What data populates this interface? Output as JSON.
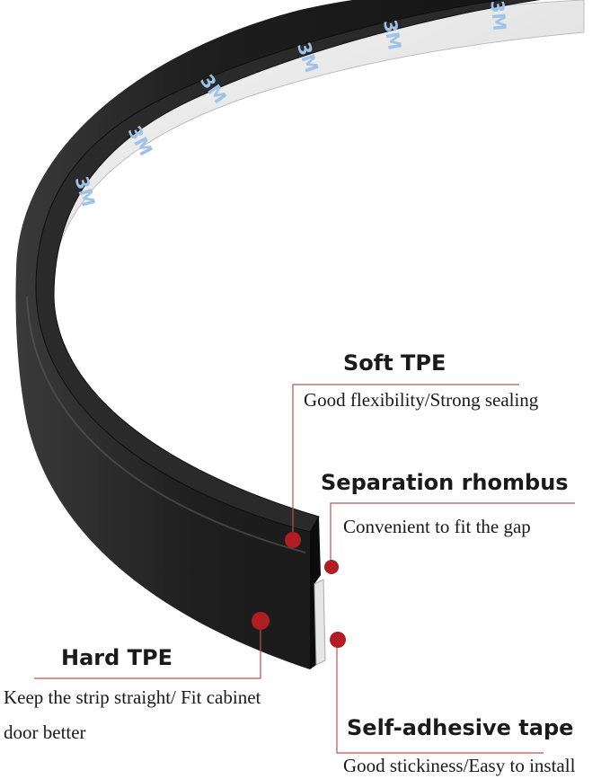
{
  "tape_brand": "3M",
  "colors": {
    "strip": "#1c1c1c",
    "callout_line": "#c0504d",
    "dot": "#b01e23",
    "text": "#1a1a1a",
    "tape_print": "#9fc3e6"
  },
  "callouts": {
    "soft_tpe": {
      "title": "Soft TPE",
      "desc": "Good flexibility/Strong sealing"
    },
    "separation_rhombus": {
      "title": "Separation rhombus",
      "desc": "Convenient to fit the gap"
    },
    "hard_tpe": {
      "title": "Hard TPE",
      "desc_line1": "Keep the strip straight/ Fit cabinet",
      "desc_line2": "door better"
    },
    "adhesive_tape": {
      "title": "Self-adhesive tape",
      "desc": "Good stickiness/Easy to install"
    }
  }
}
